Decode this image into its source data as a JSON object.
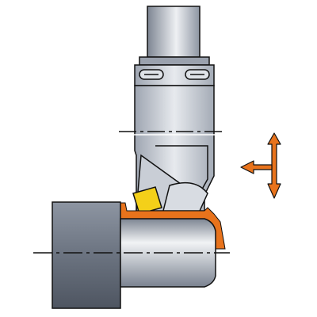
{
  "diagram": {
    "subject": "turning-tool-profiling-operation",
    "labels": [],
    "colors": {
      "background": "#ffffff",
      "steel_dark": "#7a8290",
      "steel_mid": "#b3b9c3",
      "steel_light": "#e8ebef",
      "outline": "#111111",
      "cut_zone": "#e8731c",
      "insert": "#f4d019",
      "arrow": "#e8731c"
    },
    "arrows": [
      "feed-up",
      "feed-down",
      "feed-left"
    ]
  }
}
